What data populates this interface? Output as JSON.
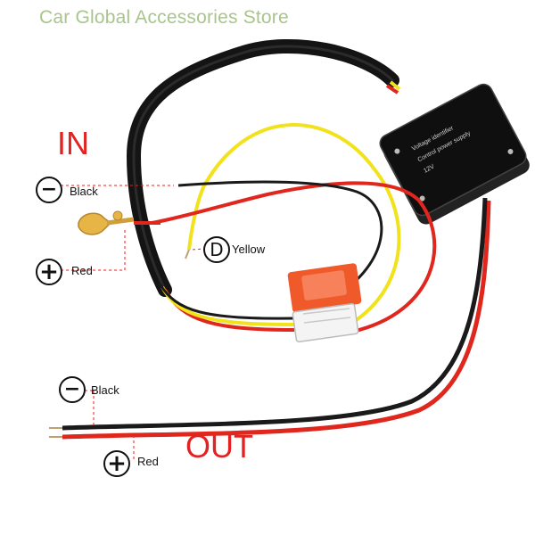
{
  "watermark": "Car Global Accessories Store",
  "sections": {
    "in": "IN",
    "out": "OUT"
  },
  "labels": {
    "in_black": "Black",
    "in_red": "Red",
    "dimmer_yellow": "Yellow",
    "out_black": "Black",
    "out_red": "Red"
  },
  "symbols": {
    "minus": "−",
    "plus": "+",
    "dimmer": "D"
  },
  "module_text": [
    "Voltage identifier",
    "Control power supply",
    "12V"
  ],
  "colors": {
    "accent_red": "#e32222",
    "wire_red": "#e0271e",
    "wire_yellow": "#f2e21c",
    "wire_black": "#1a1a1a",
    "watermark_green": "#a9c48c",
    "fuse_orange": "#f05a2a"
  }
}
